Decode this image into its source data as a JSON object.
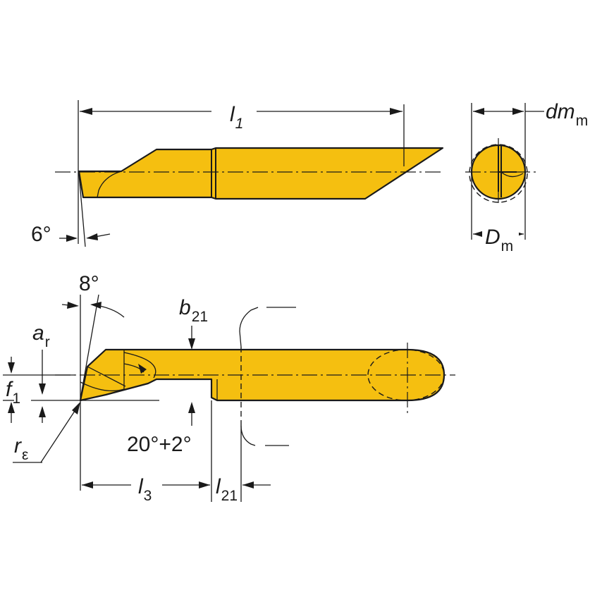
{
  "colors": {
    "tool_body": "#F5BF10",
    "line": "#1a1a1a",
    "background": "#ffffff"
  },
  "labels": {
    "l1": {
      "main": "l",
      "sub": "1"
    },
    "dmm": {
      "main": "dm",
      "sub": "m"
    },
    "Dm": {
      "main": "D",
      "sub": "m"
    },
    "six_deg": "6°",
    "eight_deg": "8°",
    "b21": {
      "main": "b",
      "sub": "21"
    },
    "ar": {
      "main": "a",
      "sub": "r"
    },
    "f1": {
      "main": "f",
      "sub": "1"
    },
    "re": {
      "main": "r",
      "sub": "ε"
    },
    "angle_20": "20°+2°",
    "l3": {
      "main": "l",
      "sub": "3"
    },
    "l21": {
      "main": "l",
      "sub": "21"
    }
  }
}
